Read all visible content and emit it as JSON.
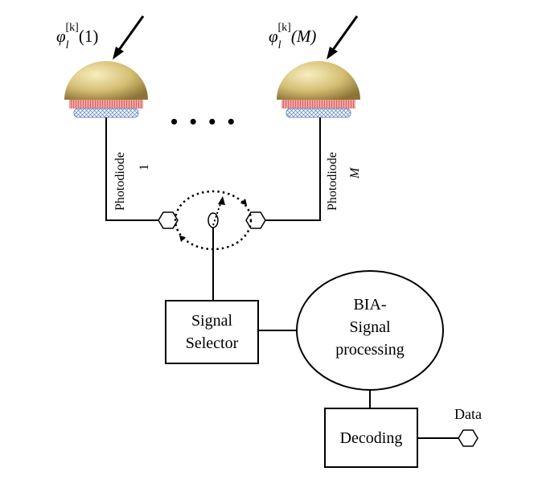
{
  "photodiodes": {
    "left": {
      "phase_symbol": "φ",
      "phase_sub": "l",
      "phase_sup": "[k]",
      "phase_arg": "(1)",
      "label": "Photodiode",
      "index": "1"
    },
    "right": {
      "phase_symbol": "φ",
      "phase_sub": "l",
      "phase_sup": "[k]",
      "phase_arg": "(M)",
      "label": "Photodiode",
      "index": "M"
    },
    "ellipsis": "• • • •"
  },
  "blocks": {
    "signal_selector": {
      "line1": "Signal",
      "line2": "Selector"
    },
    "bia": {
      "line1": "BIA-",
      "line2": "Signal",
      "line3": "processing"
    },
    "decoding": {
      "label": "Decoding"
    },
    "data": {
      "label": "Data"
    }
  },
  "colors": {
    "dome_light": "#f5eab0",
    "dome_mid": "#d9c278",
    "dome_dark": "#8f7a3a",
    "pink_band": "#ef8a88",
    "lens_blue": "#6f8fc4"
  }
}
